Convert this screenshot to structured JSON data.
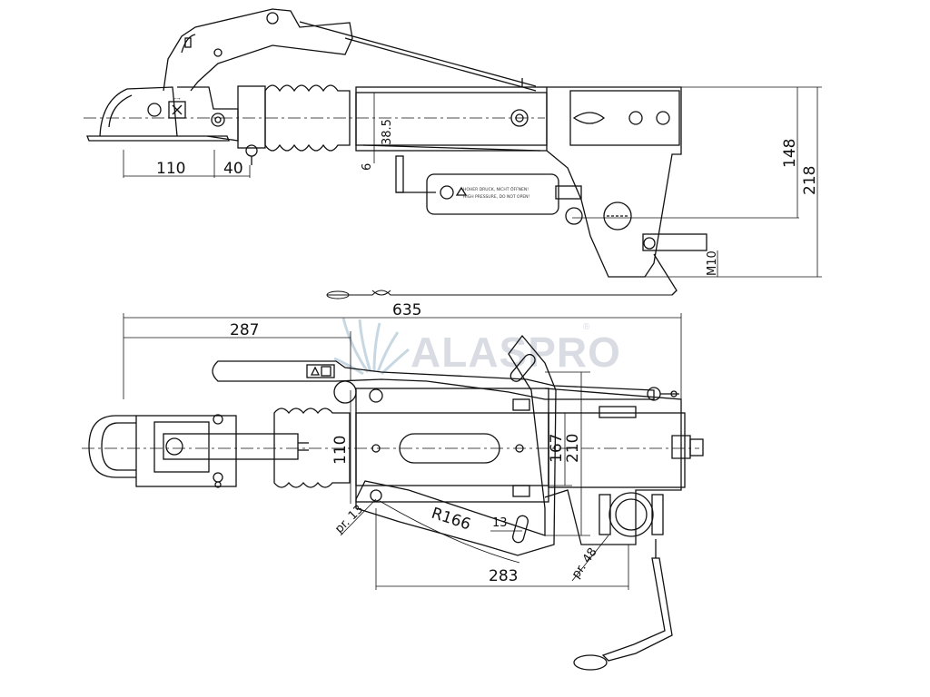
{
  "watermark": {
    "brand": "ALASPRO",
    "registered": "®",
    "color": "#c8d8e2"
  },
  "side_view": {
    "dim_110": "110",
    "dim_40": "40",
    "dim_38_5": "38.5",
    "dim_6": "6",
    "dim_148": "148",
    "dim_218": "218",
    "dim_m10": "M10",
    "dim_635": "635",
    "shock_label_1": "HOHER DRUCK, NICHT ÖFFNEN!",
    "shock_label_2": "HIGH PRESSURE, DO NOT OPEN!"
  },
  "top_view": {
    "dim_287": "287",
    "dim_110": "110",
    "dim_167": "167",
    "dim_210": "210",
    "dim_pr13": "pr. 13",
    "dim_r166": "R166",
    "dim_13": "13",
    "dim_283": "283",
    "dim_pr48": "pr. 48"
  }
}
